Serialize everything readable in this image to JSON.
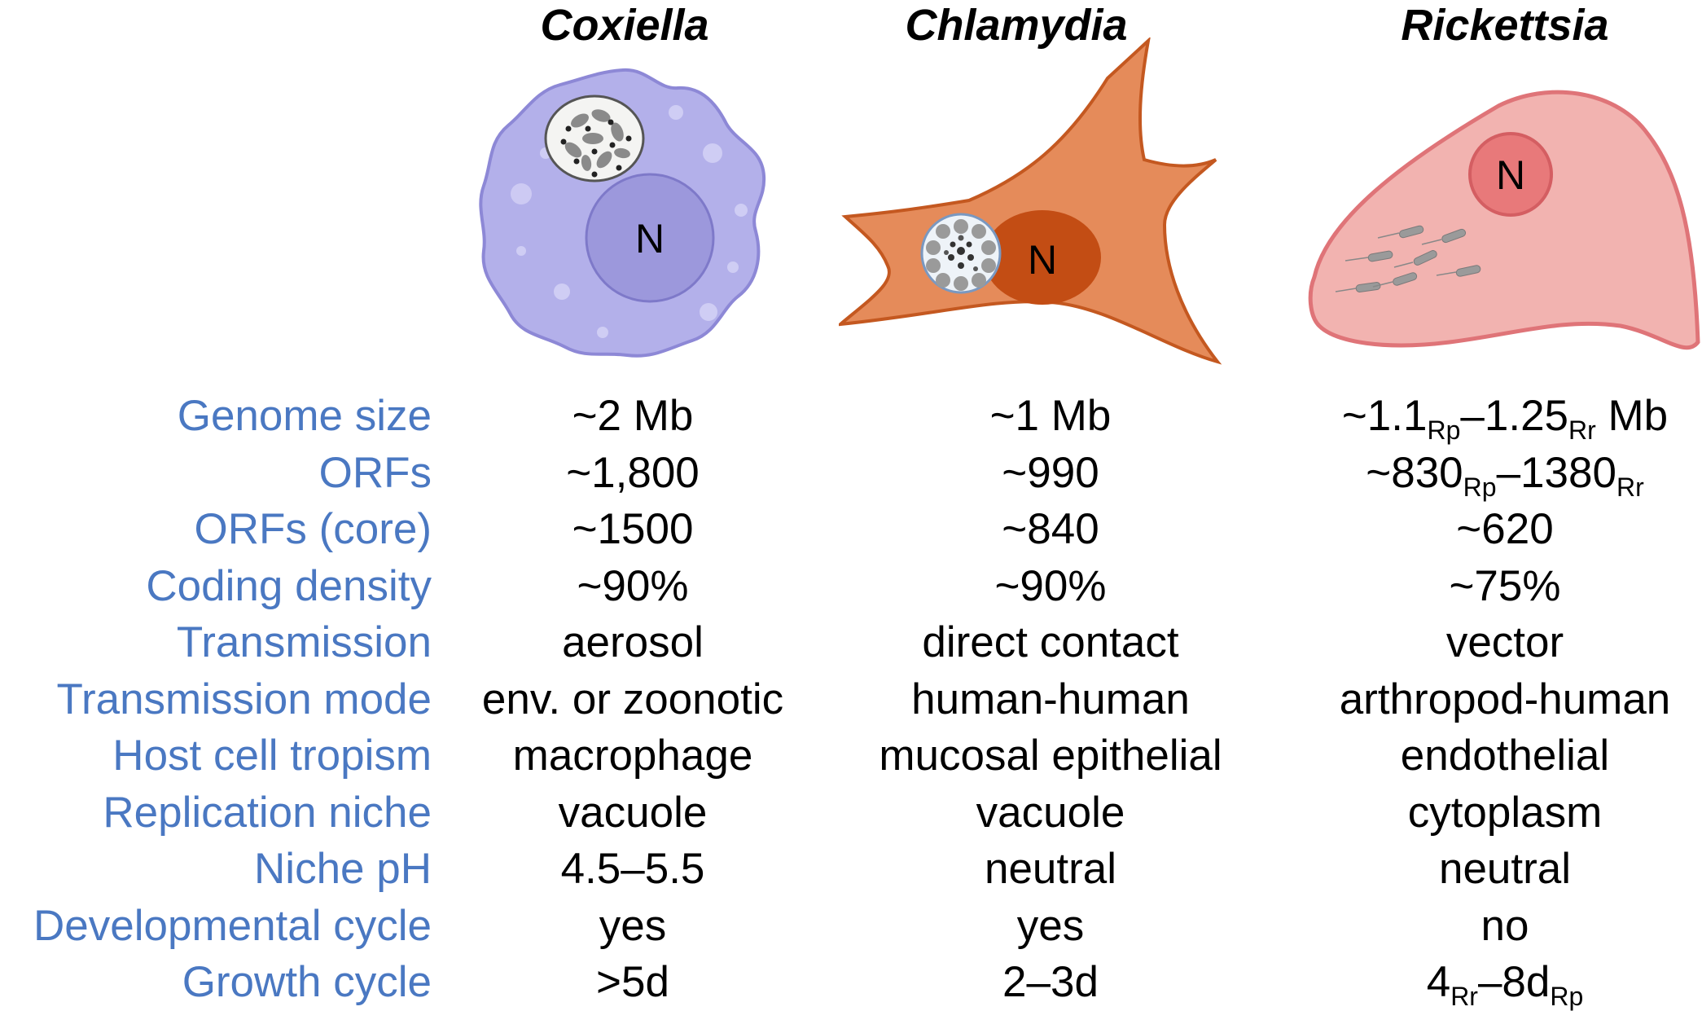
{
  "columns": [
    {
      "name": "Coxiella"
    },
    {
      "name": "Chlamydia"
    },
    {
      "name": "Rickettsia"
    }
  ],
  "nucleus_label": "N",
  "colors": {
    "label_blue": "#4a78c2",
    "coxiella_cell": "#b3b0ea",
    "chlamydia_cell": "#e58b5a",
    "rickettsia_cell": "#f2b3b0"
  },
  "rows": [
    {
      "label": "Genome size",
      "values": [
        {
          "text": "~2 Mb"
        },
        {
          "text": "~1 Mb"
        },
        {
          "parts": [
            [
              "~1.1",
              ""
            ],
            [
              "Rp",
              "sub"
            ],
            [
              "–1.25",
              ""
            ],
            [
              "Rr",
              "sub"
            ],
            [
              " Mb",
              ""
            ]
          ]
        }
      ]
    },
    {
      "label": "ORFs",
      "values": [
        {
          "text": "~1,800"
        },
        {
          "text": "~990"
        },
        {
          "parts": [
            [
              "~830",
              ""
            ],
            [
              "Rp",
              "sub"
            ],
            [
              "–1380",
              ""
            ],
            [
              "Rr",
              "sub"
            ]
          ]
        }
      ]
    },
    {
      "label": "ORFs (core)",
      "values": [
        {
          "text": "~1500"
        },
        {
          "text": "~840"
        },
        {
          "text": "~620"
        }
      ]
    },
    {
      "label": "Coding density",
      "values": [
        {
          "text": "~90%"
        },
        {
          "text": "~90%"
        },
        {
          "text": "~75%"
        }
      ]
    },
    {
      "label": "Transmission",
      "values": [
        {
          "text": "aerosol"
        },
        {
          "text": "direct contact"
        },
        {
          "text": "vector"
        }
      ]
    },
    {
      "label": "Transmission mode",
      "values": [
        {
          "text": "env. or zoonotic"
        },
        {
          "text": "human-human"
        },
        {
          "text": "arthropod-human"
        }
      ]
    },
    {
      "label": "Host cell tropism",
      "values": [
        {
          "text": "macrophage"
        },
        {
          "text": "mucosal epithelial"
        },
        {
          "text": "endothelial"
        }
      ]
    },
    {
      "label": "Replication niche",
      "values": [
        {
          "text": "vacuole"
        },
        {
          "text": "vacuole"
        },
        {
          "text": "cytoplasm"
        }
      ]
    },
    {
      "label": "Niche pH",
      "values": [
        {
          "text": "4.5–5.5"
        },
        {
          "text": "neutral"
        },
        {
          "text": "neutral"
        }
      ]
    },
    {
      "label": "Developmental cycle",
      "values": [
        {
          "text": "yes"
        },
        {
          "text": "yes"
        },
        {
          "text": "no"
        }
      ]
    },
    {
      "label": "Growth cycle",
      "values": [
        {
          "text": ">5d"
        },
        {
          "text": "2–3d"
        },
        {
          "parts": [
            [
              "4",
              ""
            ],
            [
              "Rr",
              "sub"
            ],
            [
              "–8d",
              ""
            ],
            [
              "Rp",
              "sub"
            ]
          ]
        }
      ]
    }
  ]
}
